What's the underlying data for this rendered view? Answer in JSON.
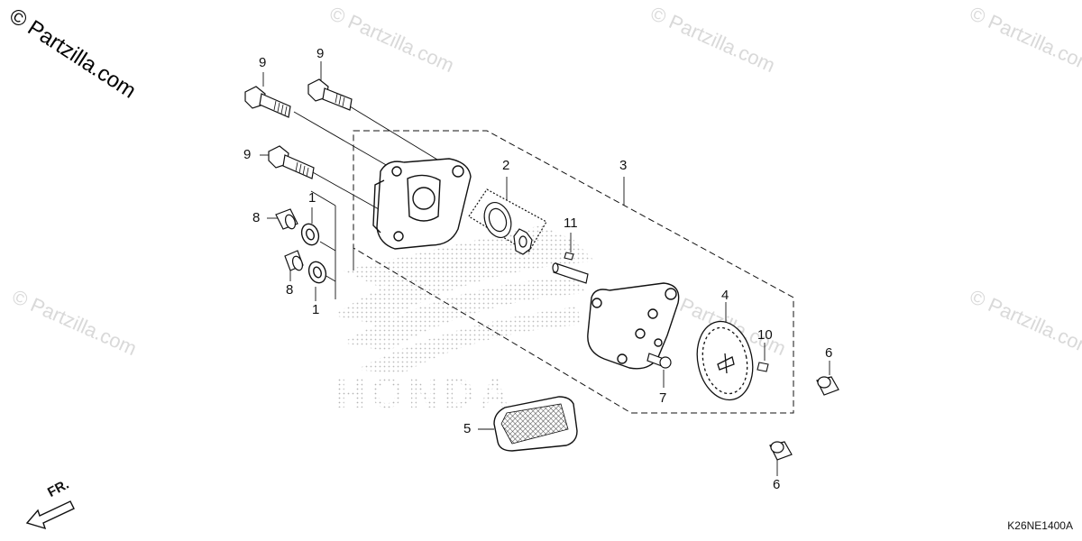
{
  "watermark_main": "© Partzilla.com",
  "watermark_faint": "© Partzilla.com",
  "brand_watermark": "HONDA",
  "diagram_code": "K26NE1400A",
  "direction_label": "FR.",
  "callouts": {
    "c1a": "1",
    "c1b": "1",
    "c2": "2",
    "c3": "3",
    "c4": "4",
    "c5": "5",
    "c6a": "6",
    "c6b": "6",
    "c7": "7",
    "c8a": "8",
    "c8b": "8",
    "c9a": "9",
    "c9b": "9",
    "c9c": "9",
    "c10": "10",
    "c11": "11"
  },
  "colors": {
    "line": "#111111",
    "watermark": "#d9d9d9",
    "dots": "#b5b5b5"
  }
}
